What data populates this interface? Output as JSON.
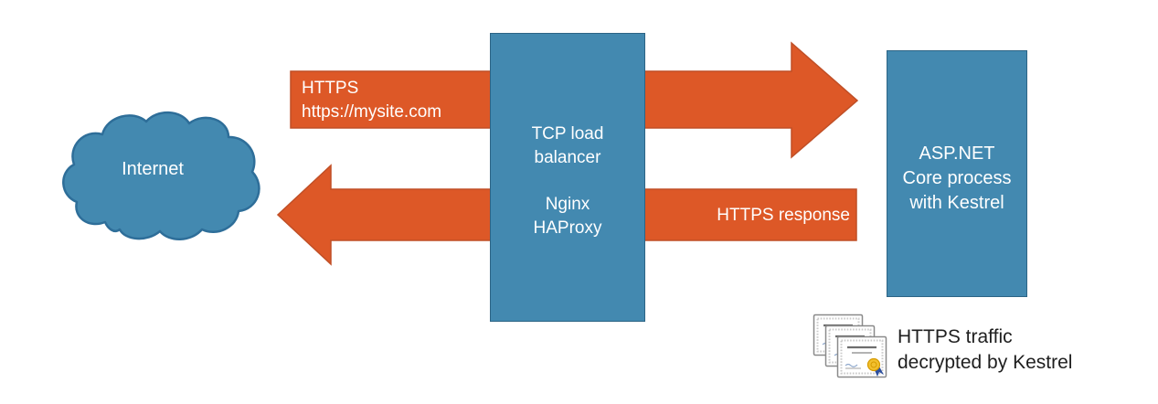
{
  "diagram": {
    "cloud": {
      "label": "Internet"
    },
    "request": {
      "lines": [
        "HTTPS",
        "https://mysite.com"
      ]
    },
    "load_balancer": {
      "name": "TCP load balancer",
      "tech": [
        "Nginx",
        "HAProxy"
      ]
    },
    "response": {
      "label": "HTTPS response"
    },
    "server": {
      "lines": [
        "ASP.NET",
        "Core process",
        "with Kestrel"
      ]
    },
    "caption": {
      "lines": [
        "HTTPS traffic",
        "decrypted by Kestrel"
      ]
    }
  },
  "colors": {
    "blue": "#4389B0",
    "blue-dark": "#2E6E99",
    "blue-box-border": "#2C6485",
    "orange": "#DD5827",
    "orange-dark": "#C04F26",
    "caption-text": "#1F1F1F",
    "seal-gold": "#F2C02E",
    "seal-ribbon": "#2D4F9E"
  }
}
